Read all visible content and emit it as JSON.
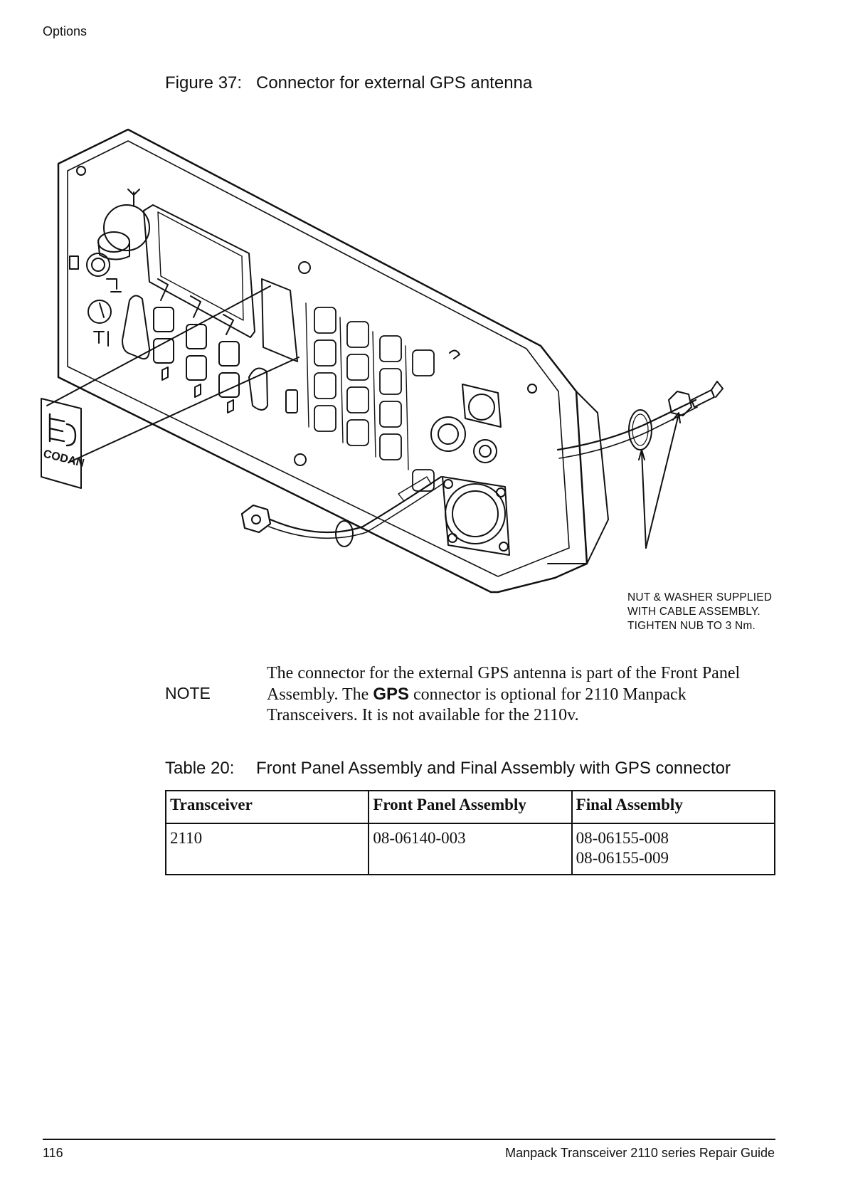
{
  "header": {
    "section": "Options"
  },
  "figure": {
    "number": "Figure 37:",
    "title": "Connector for external GPS antenna",
    "logo_text": "CODAN",
    "callout_lines": [
      "NUT & WASHER SUPPLIED",
      "WITH CABLE ASSEMBLY.",
      "TIGHTEN NUB TO 3 Nm."
    ]
  },
  "note": {
    "label": "NOTE",
    "text_before": "The connector for the external GPS antenna is part of the Front Panel Assembly. The ",
    "text_bold": "GPS",
    "text_after": " connector is optional for 2110 Manpack Transceivers. It is not available for the 2110v."
  },
  "table": {
    "number": "Table 20:",
    "title": "Front Panel Assembly and Final Assembly with GPS connector",
    "headers": [
      "Transceiver",
      "Front Panel Assembly",
      "Final Assembly"
    ],
    "rows": [
      {
        "transceiver": "2110",
        "front_panel": "08-06140-003",
        "final": [
          "08-06155-008",
          "08-06155-009"
        ]
      }
    ]
  },
  "footer": {
    "page": "116",
    "title": "Manpack Transceiver 2110 series Repair Guide"
  }
}
